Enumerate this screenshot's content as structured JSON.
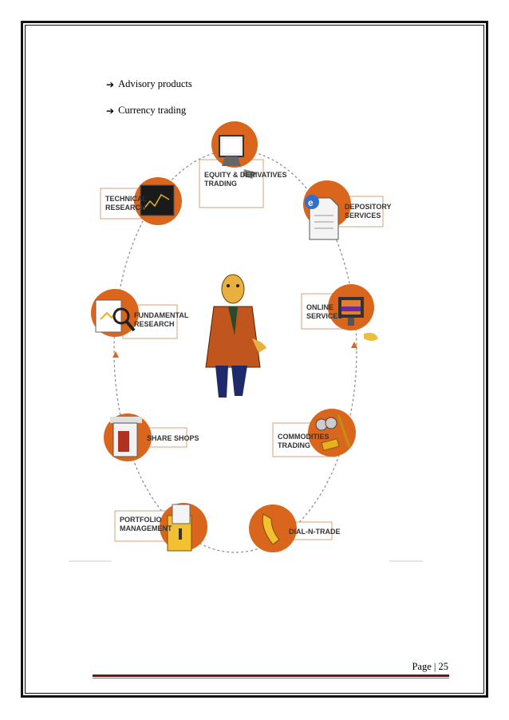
{
  "bullets": [
    {
      "arrow": "➔",
      "text": "Advisory products"
    },
    {
      "arrow": "➔",
      "text": "Currency trading"
    }
  ],
  "services": {
    "equity": [
      "EQUITY & DERIVATIVES",
      "TRADING"
    ],
    "depository": [
      "DEPOSITORY",
      "SERVICES"
    ],
    "online": [
      "ONLINE",
      "SERVICES"
    ],
    "commodities": [
      "COMMODITIES",
      "TRADING"
    ],
    "dial": [
      "DIAL-N-TRADE"
    ],
    "portfolio": [
      "PORTFOLIO",
      "MANAGEMENT"
    ],
    "shareshops": [
      "SHARE SHOPS"
    ],
    "fundamental": [
      "FUNDAMENTAL",
      "RESEARCH"
    ],
    "technical": [
      "TECHNICAL",
      "RESEARCH"
    ]
  },
  "footer": {
    "page_label": "Page | 25"
  },
  "colors": {
    "accent_orange": "#d9661c",
    "border": "#111111",
    "footer_rule": "#6e1414"
  }
}
